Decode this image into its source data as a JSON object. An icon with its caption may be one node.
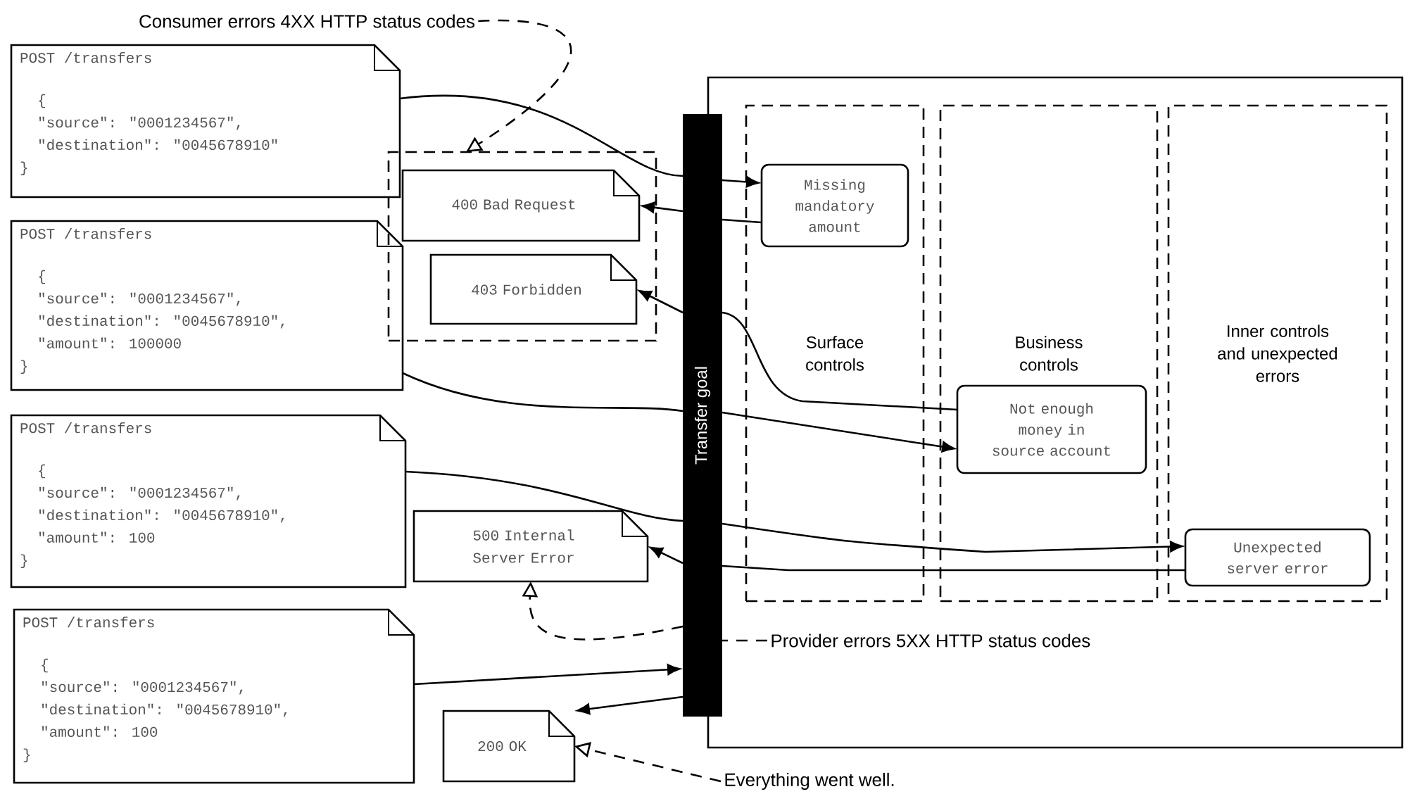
{
  "diagram": {
    "nodes": [
      {
        "text": [
          "Consumer errors 4XX HTTP status codes"
        ]
      },
      {
        "text": [
          "POST /transfers",
          "{",
          "\"source\": \"0001234567\",",
          "\"destination\": \"0045678910\"",
          "}"
        ]
      },
      {
        "text": [],
        "shape": "box"
      },
      {
        "text": [
          "400 Bad Request"
        ],
        "in": 2
      },
      {
        "text": [
          "403 Forbidden"
        ],
        "in": 2
      },
      {
        "text": [
          "POST /transfers",
          "{",
          "\"source\": \"0001234567\",",
          "\"destination\": \"0045678910\",",
          "\"amount\": 100000",
          "}"
        ]
      },
      {
        "text": [
          "POST /transfers",
          "{",
          "\"source\": \"0001234567\",",
          "\"destination\": \"0045678910\",",
          "\"amount\": 100",
          "}"
        ]
      },
      {
        "text": [
          "500 Internal Server Error"
        ]
      },
      {
        "text": [
          "POST /transfers",
          "{",
          "\"source\": \"0001234567\",",
          "\"destination\": \"0045678910\",",
          "\"amount\": 100",
          "}"
        ]
      },
      {
        "text": [
          "200 OK"
        ]
      },
      {
        "text": [
          "Transfer goal"
        ]
      },
      {
        "text": [],
        "shape": "box"
      },
      {
        "text": [
          "Surface controls"
        ],
        "in": 11
      },
      {
        "text": [
          "Missing mandatory amount"
        ],
        "in": 12
      },
      {
        "text": [
          "Business controls"
        ],
        "in": 11
      },
      {
        "text": [
          "Not enough money in source account"
        ],
        "in": 14
      },
      {
        "text": [
          "Inner controls and unexpected errors"
        ],
        "in": 11
      },
      {
        "text": [
          "Unexpected server error"
        ],
        "in": 16
      },
      {
        "text": [
          "Provider errors 5XX HTTP status codes"
        ],
        "in": 11
      },
      {
        "text": [
          "Everything went well."
        ]
      }
    ],
    "edges": [
      {
        "from": 0,
        "to": 2,
        "arrow": "to",
        "style": "dashed"
      },
      {
        "from": 1,
        "to": 10,
        "arrow": "none"
      },
      {
        "from": 10,
        "to": 13,
        "arrow": "to"
      },
      {
        "from": 13,
        "to": 10,
        "arrow": "none"
      },
      {
        "from": 10,
        "to": 3,
        "arrow": "to"
      },
      {
        "from": 5,
        "to": 10,
        "arrow": "none"
      },
      {
        "from": 10,
        "to": 15,
        "arrow": "to"
      },
      {
        "from": 15,
        "to": 10,
        "arrow": "none"
      },
      {
        "from": 10,
        "to": 4,
        "arrow": "to"
      },
      {
        "from": 6,
        "to": 10,
        "arrow": "none"
      },
      {
        "from": 10,
        "to": 17,
        "arrow": "to"
      },
      {
        "from": 17,
        "to": 10,
        "arrow": "none"
      },
      {
        "from": 10,
        "to": 7,
        "arrow": "to"
      },
      {
        "from": 8,
        "to": 10,
        "arrow": "to"
      },
      {
        "from": 10,
        "to": 9,
        "arrow": "to"
      },
      {
        "from": 18,
        "to": 10,
        "arrow": "none",
        "style": "dashed"
      },
      {
        "from": 10,
        "to": 7,
        "arrow": "to",
        "style": "dashed"
      },
      {
        "from": 19,
        "to": 9,
        "arrow": "to",
        "style": "dashed"
      }
    ]
  }
}
